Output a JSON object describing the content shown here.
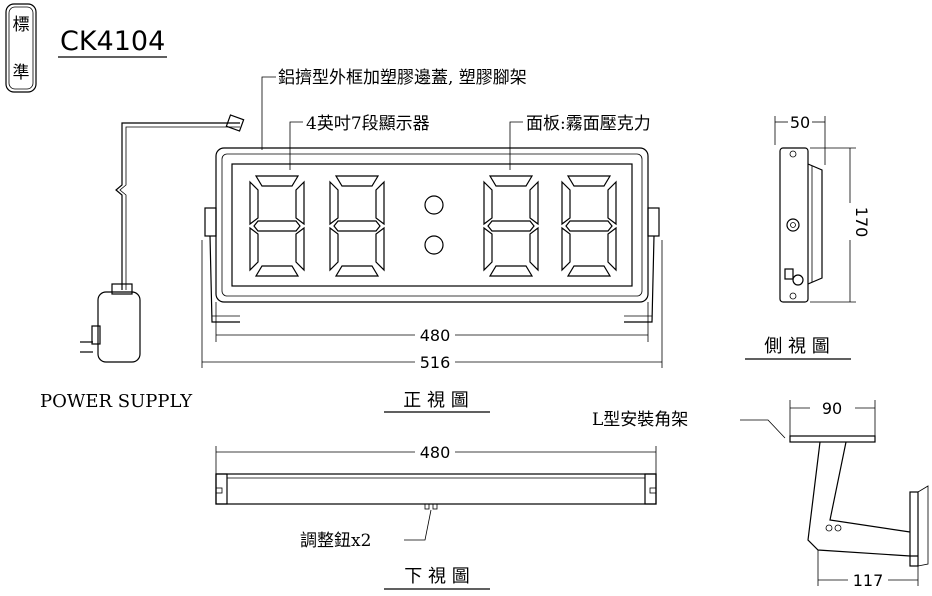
{
  "badge": {
    "top": "標",
    "bottom": "準"
  },
  "model": "CK4104",
  "labels": {
    "frame": "鋁擠型外框加塑膠邊蓋, 塑膠腳架",
    "display": "4英吋7段顯示器",
    "panel": "面板:霧面壓克力",
    "power_supply": "POWER SUPPLY",
    "front_view": "正 視 圖",
    "side_view": "側 視 圖",
    "bottom_view": "下 視 圖",
    "bracket": "L型安裝角架",
    "buttons": "調整鈕x2"
  },
  "dimensions": {
    "front_inner_width": "480",
    "front_outer_width": "516",
    "side_depth": "50",
    "side_height": "170",
    "bottom_width": "480",
    "bracket_top": "90",
    "bracket_depth": "117"
  }
}
